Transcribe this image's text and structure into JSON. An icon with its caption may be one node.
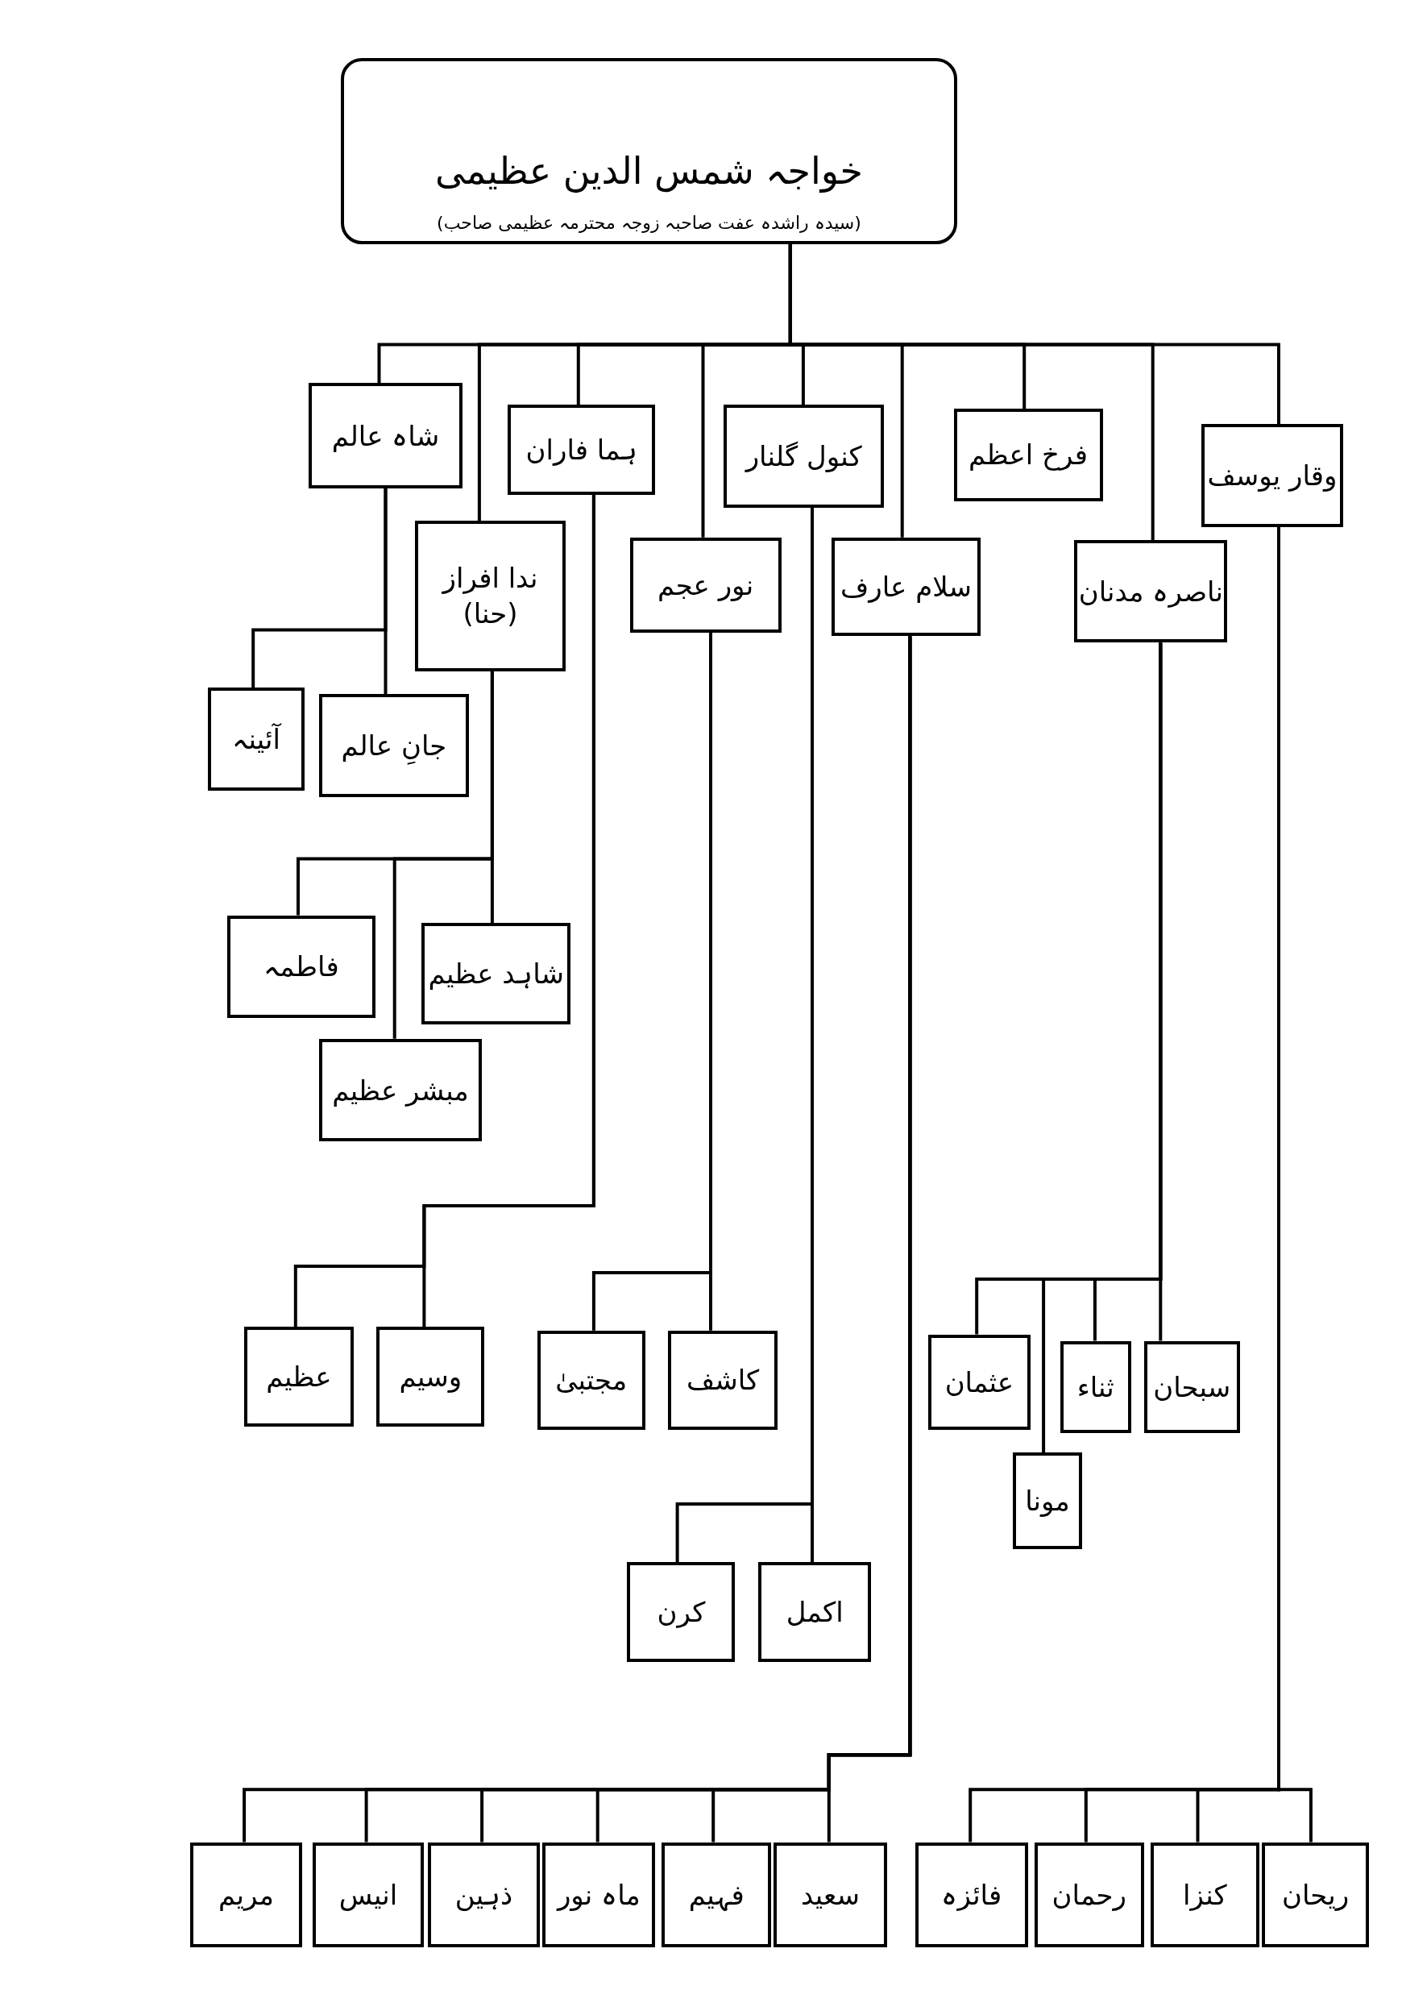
{
  "diagram": {
    "nodes": [
      {
        "text": [
          "خواجہ شمس الدین عظیمی",
          "(سیدہ راشدہ عفت صاحبہ زوجہ محترمہ عظیمی صاحب)"
        ]
      },
      {
        "text": [
          "وقار یوسف"
        ]
      },
      {
        "text": [
          "ناصرہ مدنان"
        ]
      },
      {
        "text": [
          "فرخ اعظم"
        ]
      },
      {
        "text": [
          "سلام عارف"
        ]
      },
      {
        "text": [
          "کنول گلنار"
        ]
      },
      {
        "text": [
          "نور عجم"
        ]
      },
      {
        "text": [
          "ہما فاران"
        ]
      },
      {
        "text": [
          "ندا افراز (حنا)"
        ]
      },
      {
        "text": [
          "شاہ عالم"
        ]
      },
      {
        "text": [
          "ریحان"
        ]
      },
      {
        "text": [
          "کنزا"
        ]
      },
      {
        "text": [
          "رحمان"
        ]
      },
      {
        "text": [
          "فائزہ"
        ]
      },
      {
        "text": [
          "سبحان"
        ]
      },
      {
        "text": [
          "ثناء"
        ]
      },
      {
        "text": [
          "مونا"
        ]
      },
      {
        "text": [
          "عثمان"
        ]
      },
      {
        "text": [
          "سعید"
        ]
      },
      {
        "text": [
          "فہیم"
        ]
      },
      {
        "text": [
          "ماہ نور"
        ]
      },
      {
        "text": [
          "ذہین"
        ]
      },
      {
        "text": [
          "انیس"
        ]
      },
      {
        "text": [
          "مریم"
        ]
      },
      {
        "text": [
          "اکمل"
        ]
      },
      {
        "text": [
          "کرن"
        ]
      },
      {
        "text": [
          "کاشف"
        ]
      },
      {
        "text": [
          "مجتبیٰ"
        ]
      },
      {
        "text": [
          "وسیم"
        ]
      },
      {
        "text": [
          "عظیم"
        ]
      },
      {
        "text": [
          "شاہد عظیم"
        ]
      },
      {
        "text": [
          "مبشر عظیم"
        ]
      },
      {
        "text": [
          "فاطمہ"
        ]
      },
      {
        "text": [
          "جانِ عالم"
        ]
      },
      {
        "text": [
          "آئینہ"
        ]
      }
    ],
    "edges": [
      {
        "from": 0,
        "to": 1,
        "arrow": "none"
      },
      {
        "from": 0,
        "to": 2,
        "arrow": "none"
      },
      {
        "from": 0,
        "to": 3,
        "arrow": "none"
      },
      {
        "from": 0,
        "to": 4,
        "arrow": "none"
      },
      {
        "from": 0,
        "to": 5,
        "arrow": "none"
      },
      {
        "from": 0,
        "to": 6,
        "arrow": "none"
      },
      {
        "from": 0,
        "to": 7,
        "arrow": "none"
      },
      {
        "from": 0,
        "to": 8,
        "arrow": "none"
      },
      {
        "from": 0,
        "to": 9,
        "arrow": "none"
      },
      {
        "from": 1,
        "to": 10,
        "arrow": "none"
      },
      {
        "from": 1,
        "to": 11,
        "arrow": "none"
      },
      {
        "from": 1,
        "to": 12,
        "arrow": "none"
      },
      {
        "from": 1,
        "to": 13,
        "arrow": "none"
      },
      {
        "from": 2,
        "to": 14,
        "arrow": "none"
      },
      {
        "from": 2,
        "to": 15,
        "arrow": "none"
      },
      {
        "from": 2,
        "to": 16,
        "arrow": "none"
      },
      {
        "from": 2,
        "to": 17,
        "arrow": "none"
      },
      {
        "from": 4,
        "to": 18,
        "arrow": "none"
      },
      {
        "from": 4,
        "to": 19,
        "arrow": "none"
      },
      {
        "from": 4,
        "to": 20,
        "arrow": "none"
      },
      {
        "from": 4,
        "to": 21,
        "arrow": "none"
      },
      {
        "from": 4,
        "to": 22,
        "arrow": "none"
      },
      {
        "from": 4,
        "to": 23,
        "arrow": "none"
      },
      {
        "from": 5,
        "to": 24,
        "arrow": "none"
      },
      {
        "from": 5,
        "to": 25,
        "arrow": "none"
      },
      {
        "from": 6,
        "to": 26,
        "arrow": "none"
      },
      {
        "from": 6,
        "to": 27,
        "arrow": "none"
      },
      {
        "from": 7,
        "to": 28,
        "arrow": "none"
      },
      {
        "from": 7,
        "to": 29,
        "arrow": "none"
      },
      {
        "from": 8,
        "to": 30,
        "arrow": "none"
      },
      {
        "from": 8,
        "to": 31,
        "arrow": "none"
      },
      {
        "from": 8,
        "to": 32,
        "arrow": "none"
      },
      {
        "from": 9,
        "to": 33,
        "arrow": "none"
      },
      {
        "from": 9,
        "to": 34,
        "arrow": "none"
      }
    ]
  }
}
